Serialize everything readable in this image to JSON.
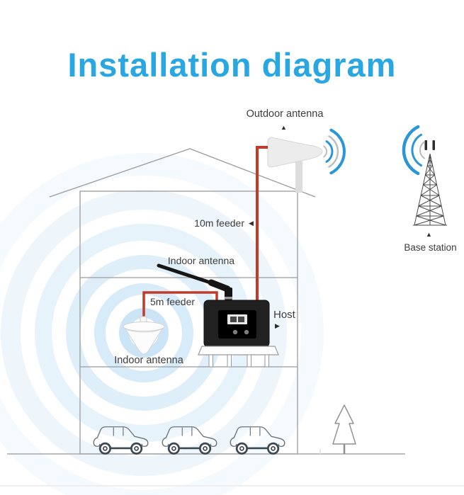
{
  "title": "Installation diagram",
  "labels": {
    "outdoor_antenna": "Outdoor antenna",
    "feeder_10m": "10m feeder",
    "indoor_antenna_whip": "Indoor antenna",
    "feeder_5m": "5m feeder",
    "host": "Host",
    "indoor_antenna_ceiling": "Indoor antenna",
    "base_station": "Base station"
  },
  "glyphs": {
    "pointer_up": "▲",
    "pointer_left": "◀",
    "pointer_right": "▶"
  },
  "colors": {
    "title_blue": "#29a7e3",
    "cable_red": "#c43a29",
    "signal_blue": "#2a96d8",
    "wave_blue": "#c9e4f6",
    "line_gray": "#9b9b9b",
    "label_text": "#3d3d3d"
  }
}
